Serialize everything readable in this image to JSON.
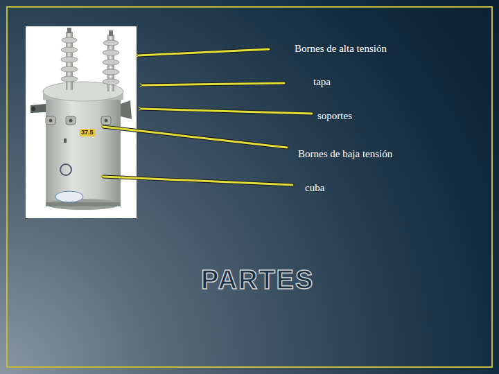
{
  "diagram": {
    "title": "PARTES",
    "labels": [
      "Bornes de alta tensión",
      "tapa",
      "soportes",
      "37.5",
      "Bornes de baja tensión",
      "cuba"
    ]
  }
}
